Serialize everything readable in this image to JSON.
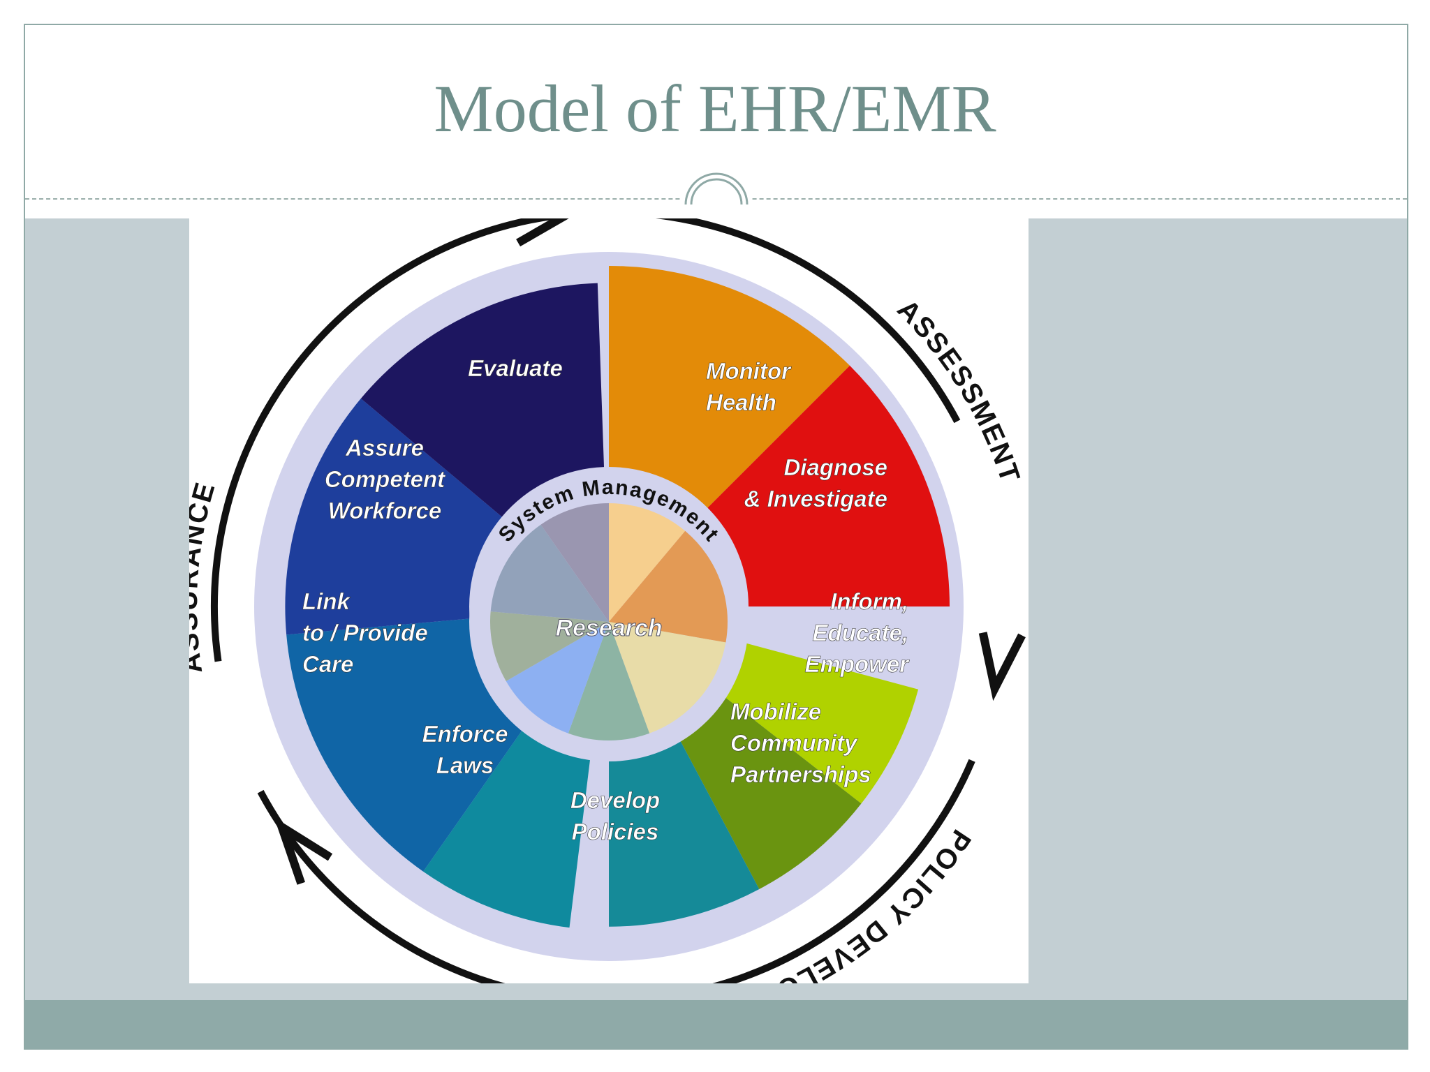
{
  "slide": {
    "title": "Model of EHR/EMR"
  },
  "diagram": {
    "outer_labels": [
      "ASSESSMENT",
      "POLICY DEVELOPMENT",
      "ASSURANCE"
    ],
    "hub": {
      "ring_text": "System Management",
      "center_text": "Research"
    },
    "segments": [
      {
        "label": [
          "Monitor",
          "Health"
        ],
        "color": "#e38b08"
      },
      {
        "label": [
          "Diagnose",
          "& Investigate"
        ],
        "color": "#e01010"
      },
      {
        "label": [
          "Inform,",
          "Educate,",
          "Empower"
        ],
        "color": "#b0d200"
      },
      {
        "label": [
          "Mobilize",
          "Community",
          "Partnerships"
        ],
        "color": "#6a9410"
      },
      {
        "label": [
          "Develop",
          "Policies"
        ],
        "color": "#158a98"
      },
      {
        "label": [
          "Enforce",
          "Laws"
        ],
        "color": "#0f8a9e"
      },
      {
        "label": [
          "Link",
          "to / Provide",
          "Care"
        ],
        "color": "#1065a6"
      },
      {
        "label": [
          "Assure",
          "Competent",
          "Workforce"
        ],
        "color": "#1e3e9c"
      },
      {
        "label": [
          "Evaluate"
        ],
        "color": "#1d1660"
      }
    ],
    "colors": {
      "ring": "#d2d3ed",
      "arrows": "#111111"
    }
  }
}
